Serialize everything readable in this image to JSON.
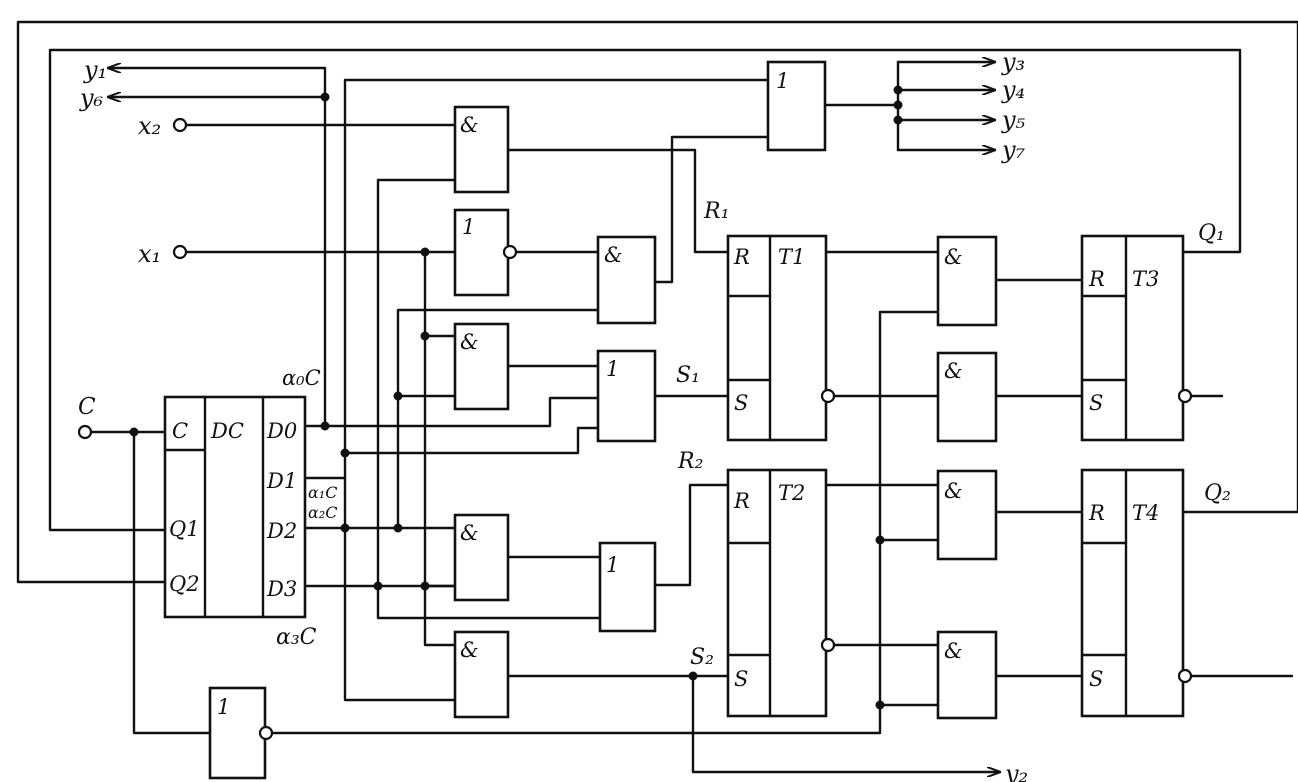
{
  "inputs": {
    "c": "C",
    "x1": "x₁",
    "x2": "x₂"
  },
  "outputs": {
    "y1": "y₁",
    "y6": "y₆",
    "y3": "y₃",
    "y4": "y₄",
    "y5": "y₅",
    "y7": "y₇",
    "y2": "y₂"
  },
  "decoder": {
    "title": "DC",
    "in_c": "C",
    "in_q1": "Q1",
    "in_q2": "Q2",
    "out_d0": "D0",
    "out_d1": "D1",
    "out_d2": "D2",
    "out_d3": "D3"
  },
  "gates": {
    "and_symbol": "&",
    "or_symbol": "1"
  },
  "triggers": {
    "t1": "T1",
    "t2": "T2",
    "t3": "T3",
    "t4": "T4",
    "r": "R",
    "s": "S"
  },
  "signals": {
    "a0c": "α₀C",
    "a1c": "α₁C",
    "a2c": "α₂C",
    "a3c": "α₃C",
    "r1": "R₁",
    "s1": "S₁",
    "r2": "R₂",
    "s2": "S₂",
    "q1": "Q₁",
    "q2": "Q₂"
  }
}
